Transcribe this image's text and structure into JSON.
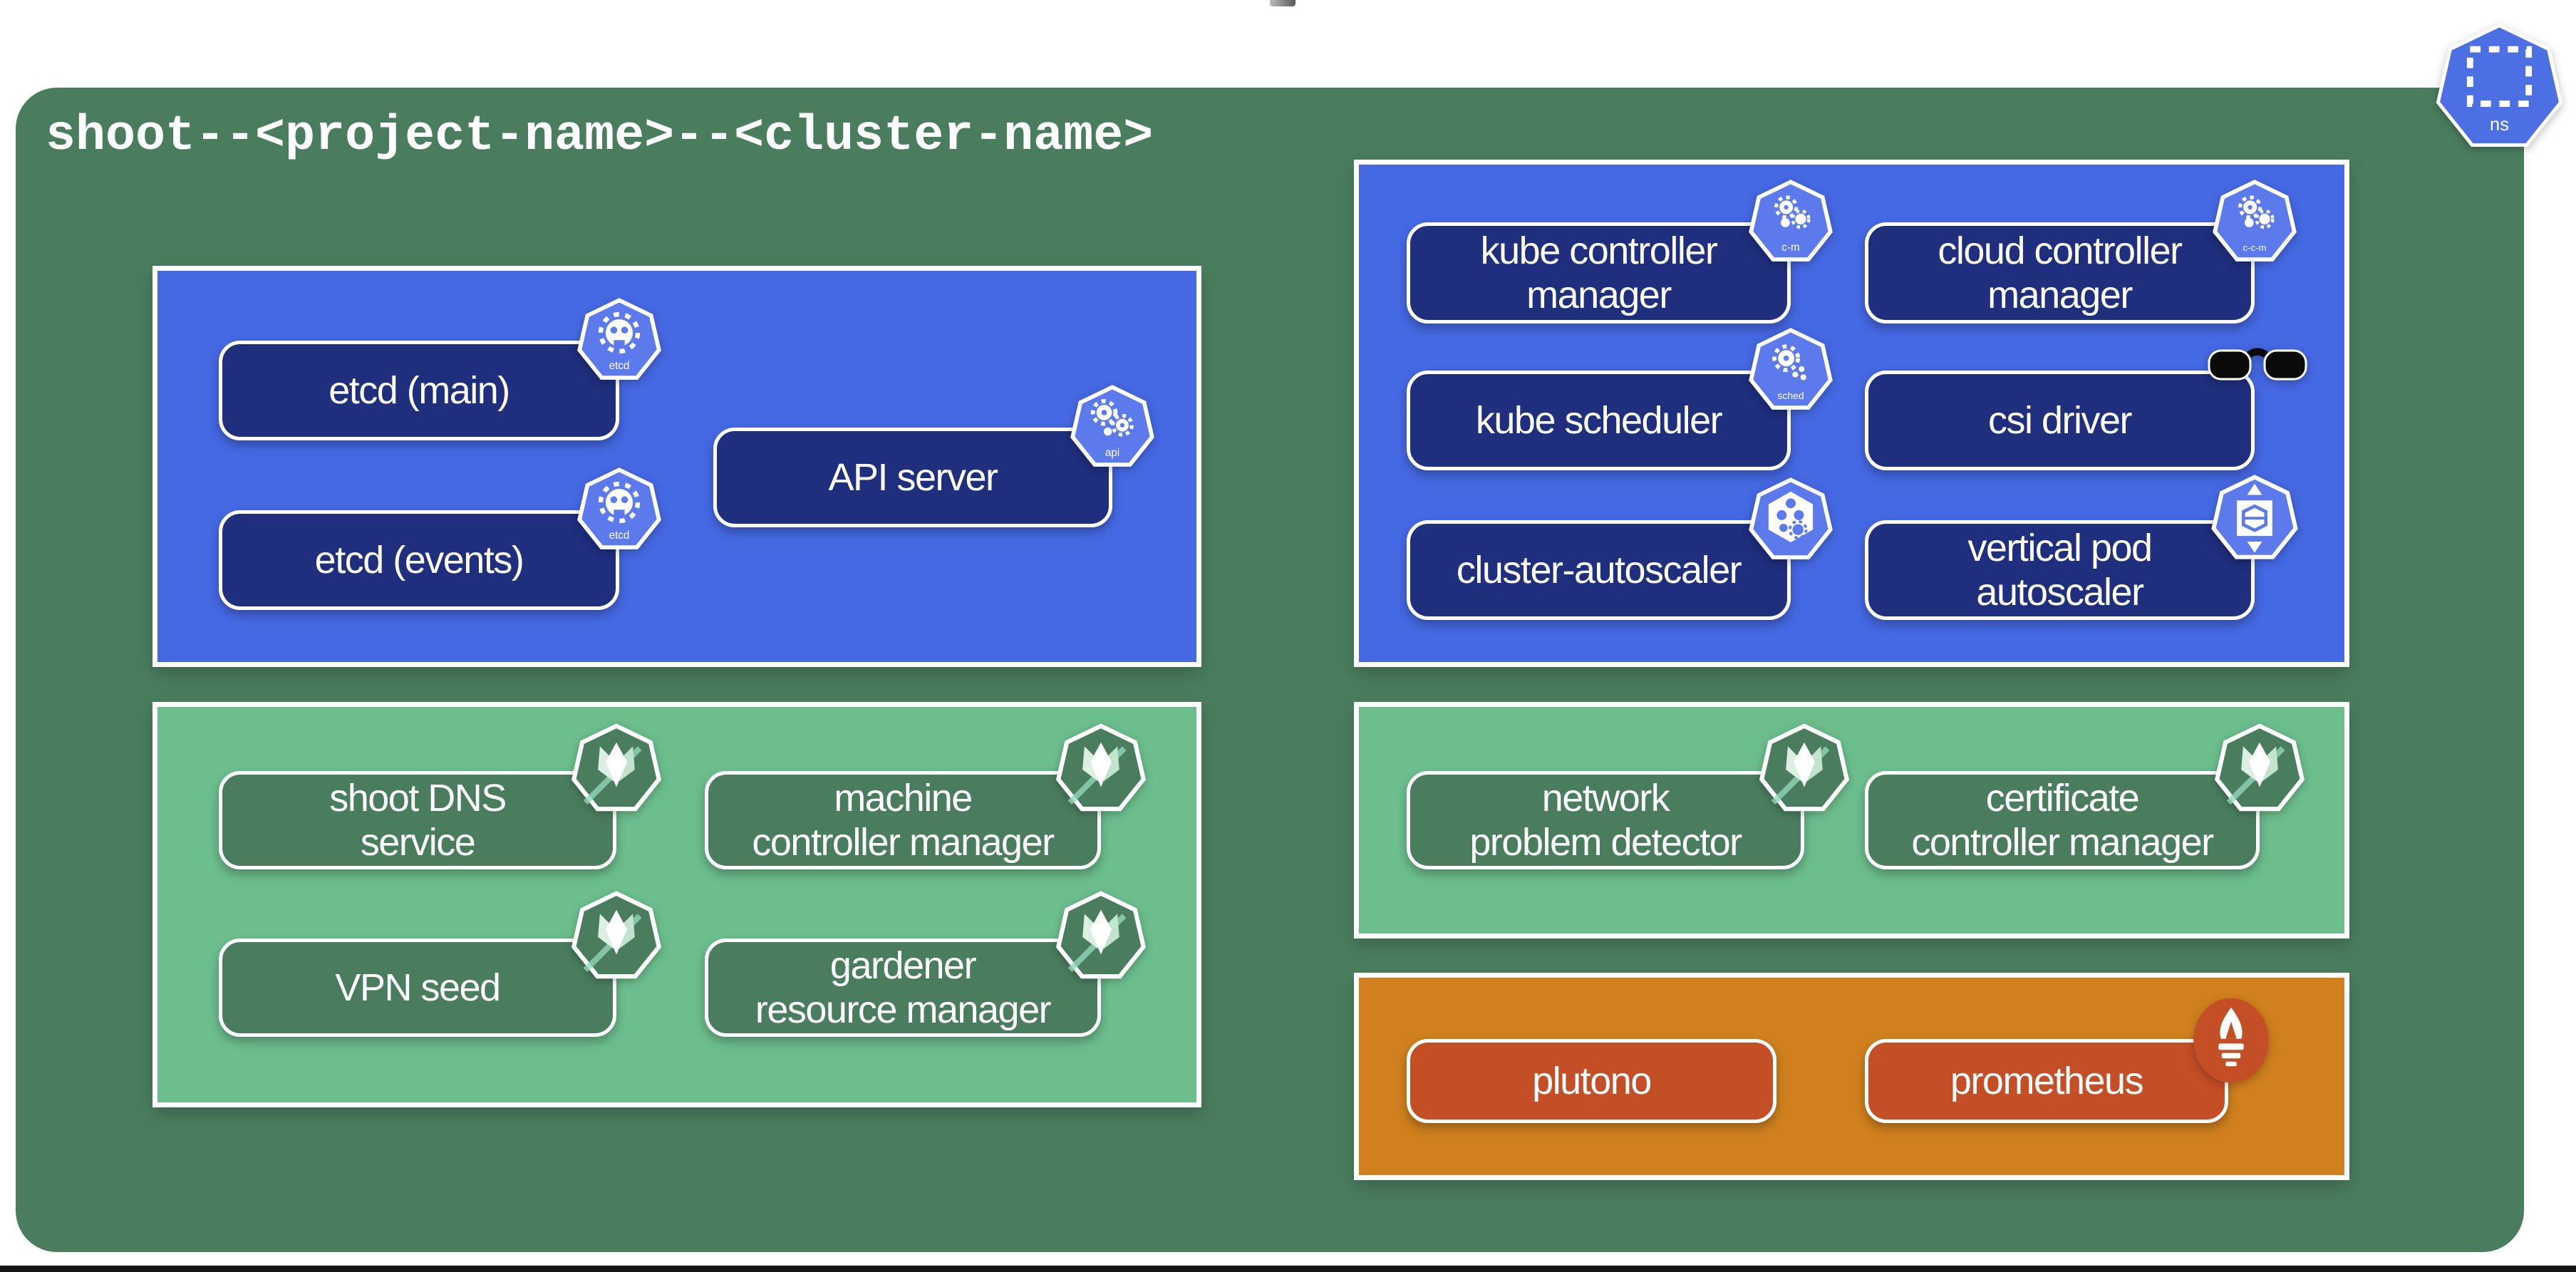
{
  "title": "shoot--<project-name>--<cluster-name>",
  "namespace_badge": {
    "label": "ns"
  },
  "palette": {
    "background_green": "#4A7D5E",
    "panel_blue": "#4568E3",
    "node_navy": "#1F2E7D",
    "panel_light_green": "#6CBE8D",
    "node_green": "#4A7D5E",
    "panel_orange": "#D0801E",
    "node_orange": "#C44E26",
    "icon_blue": "#5D7AEC",
    "white": "#FFFFFF"
  },
  "panels": [
    {
      "items": [
        {
          "lines": [
            "etcd (main)"
          ],
          "icon": "etcd",
          "icon_label": "etcd"
        },
        {
          "lines": [
            "API server"
          ],
          "icon": "api",
          "icon_label": "api"
        },
        {
          "lines": [
            "etcd (events)"
          ],
          "icon": "etcd",
          "icon_label": "etcd"
        }
      ]
    },
    {
      "items": [
        {
          "lines": [
            "kube controller",
            "manager"
          ],
          "icon": "controller-manager",
          "icon_label": "c-m"
        },
        {
          "lines": [
            "cloud controller",
            "manager"
          ],
          "icon": "controller-manager",
          "icon_label": "c-c-m"
        },
        {
          "lines": [
            "kube scheduler"
          ],
          "icon": "scheduler",
          "icon_label": "sched"
        },
        {
          "lines": [
            "csi driver"
          ],
          "icon": "sunglasses"
        },
        {
          "lines": [
            "cluster-autoscaler"
          ],
          "icon": "cluster-autoscaler"
        },
        {
          "lines": [
            "vertical pod",
            "autoscaler"
          ],
          "icon": "vertical-pod-autoscaler"
        }
      ]
    },
    {
      "items": [
        {
          "lines": [
            "shoot DNS",
            "service"
          ],
          "icon": "gardener"
        },
        {
          "lines": [
            "machine",
            "controller manager"
          ],
          "icon": "gardener"
        },
        {
          "lines": [
            "VPN seed"
          ],
          "icon": "gardener"
        },
        {
          "lines": [
            "gardener",
            "resource manager"
          ],
          "icon": "gardener"
        }
      ]
    },
    {
      "items": [
        {
          "lines": [
            "network",
            "problem detector"
          ],
          "icon": "gardener"
        },
        {
          "lines": [
            "certificate",
            "controller manager"
          ],
          "icon": "gardener"
        }
      ]
    },
    {
      "items": [
        {
          "lines": [
            "plutono"
          ]
        },
        {
          "lines": [
            "prometheus"
          ],
          "icon": "prometheus"
        }
      ]
    }
  ]
}
